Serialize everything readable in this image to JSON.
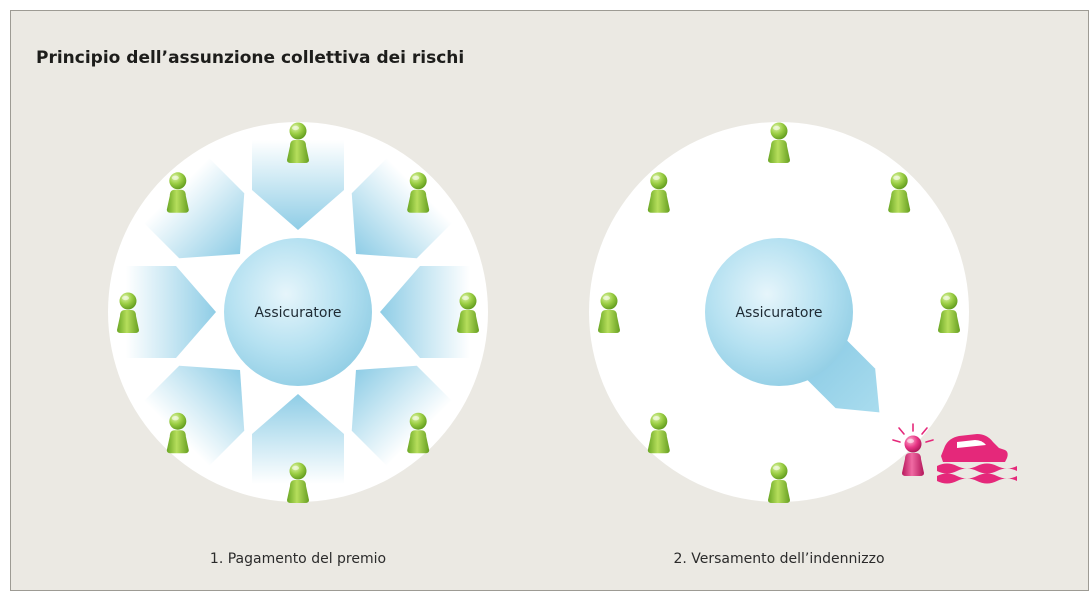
{
  "title": "Principio dell’assunzione collettiva dei rischi",
  "diagrams": [
    {
      "center_label": "Assicuratore",
      "caption": "1. Pagamento del premio",
      "persons": 8,
      "arrows": "inward"
    },
    {
      "center_label": "Assicuratore",
      "caption": "2. Versamento dell’indennizzo",
      "persons": 7,
      "arrows": "outward-to-claimant"
    }
  ],
  "colors": {
    "panel_bg": "#ebe9e3",
    "center_circle": "#9fd6e8",
    "arrow": "#a8d8ec",
    "person_green": "#8fc63f",
    "person_pink": "#e5287a"
  },
  "icons": [
    "person-icon",
    "claimant-person-icon",
    "flooded-car-icon"
  ]
}
